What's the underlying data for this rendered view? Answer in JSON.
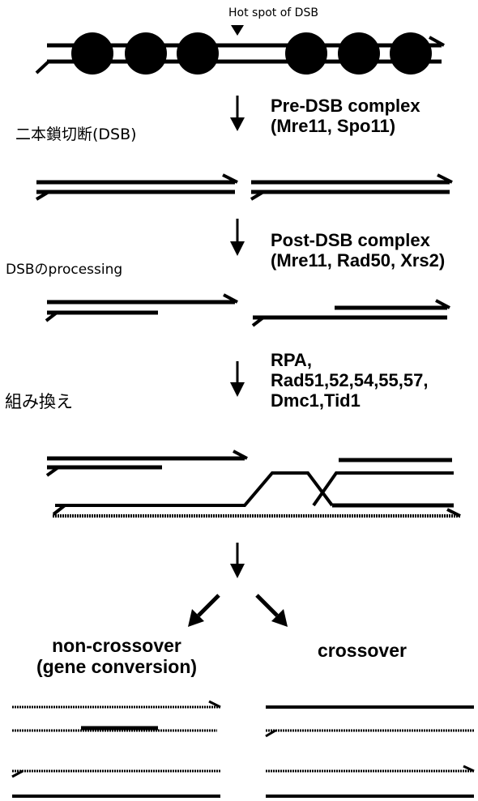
{
  "title": "Hot spot of DSB",
  "steps": [
    {
      "left_label": "二本鎖切断(DSB)",
      "complex_lines": [
        "Pre-DSB complex",
        "(Mre11, Spo11)"
      ]
    },
    {
      "left_label": "DSBのprocessing",
      "complex_lines": [
        "Post-DSB complex",
        "(Mre11, Rad50, Xrs2)"
      ]
    },
    {
      "left_label": "組み換え",
      "complex_lines": [
        "RPA,",
        "Rad51,52,54,55,57,",
        "Dmc1,Tid1"
      ]
    }
  ],
  "outcomes": {
    "non_crossover": [
      "non-crossover",
      "(gene conversion)"
    ],
    "crossover": [
      "crossover"
    ]
  },
  "colors": {
    "ink": "#000000",
    "background": "#ffffff"
  }
}
